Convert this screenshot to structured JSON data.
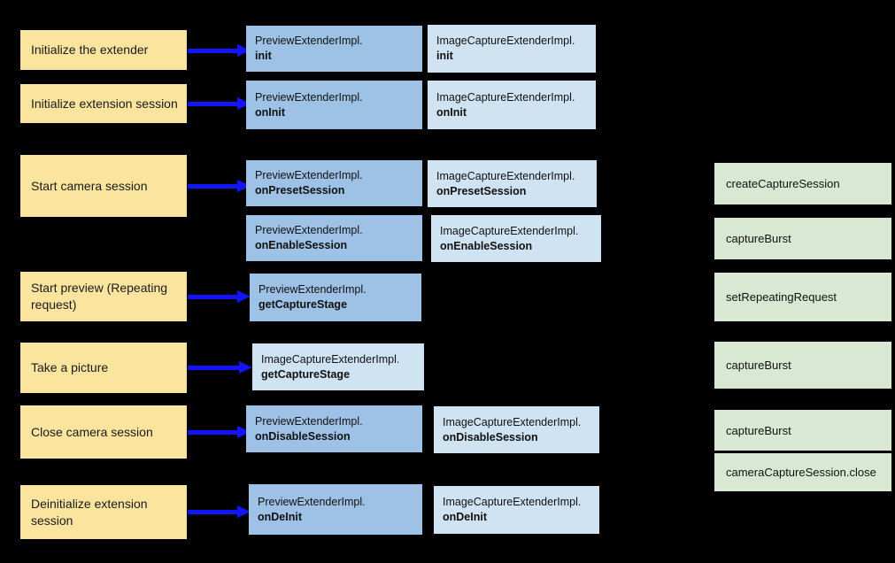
{
  "colors": {
    "background": "#000000",
    "action_fill": "#fbe49e",
    "preview_fill": "#9dc2e6",
    "image_capture_fill": "#d0e3f3",
    "camera2_fill": "#d9e8d2",
    "arrow_color": "#1414fa",
    "text": "#000000"
  },
  "actions": [
    {
      "label": "Initialize the extender"
    },
    {
      "label": "Initialize extension session"
    },
    {
      "label": "Start camera session"
    },
    {
      "label": "Start preview (Repeating request)"
    },
    {
      "label": "Take a picture"
    },
    {
      "label": "Close camera session"
    },
    {
      "label": "Deinitialize extension session"
    }
  ],
  "method_boxes": [
    {
      "impl": "PreviewExtenderImpl.",
      "method": "init",
      "type": "preview"
    },
    {
      "impl": "ImageCaptureExtenderImpl.",
      "method": "init",
      "type": "image_capture"
    },
    {
      "impl": "PreviewExtenderImpl.",
      "method": "onInit",
      "type": "preview"
    },
    {
      "impl": "ImageCaptureExtenderImpl.",
      "method": "onInit",
      "type": "image_capture"
    },
    {
      "impl": "PreviewExtenderImpl.",
      "method": "onPresetSession",
      "type": "preview"
    },
    {
      "impl": "ImageCaptureExtenderImpl.",
      "method": "onPresetSession",
      "type": "image_capture"
    },
    {
      "impl": "PreviewExtenderImpl.",
      "method": "onEnableSession",
      "type": "preview"
    },
    {
      "impl": "ImageCaptureExtenderImpl.",
      "method": "onEnableSession",
      "type": "image_capture"
    },
    {
      "impl": "PreviewExtenderImpl.",
      "method": "getCaptureStage",
      "type": "preview"
    },
    {
      "impl": "ImageCaptureExtenderImpl.",
      "method": "getCaptureStage",
      "type": "image_capture"
    },
    {
      "impl": "PreviewExtenderImpl.",
      "method": "onDisableSession",
      "type": "preview"
    },
    {
      "impl": "ImageCaptureExtenderImpl.",
      "method": "onDisableSession",
      "type": "image_capture"
    },
    {
      "impl": "PreviewExtenderImpl.",
      "method": "onDeInit",
      "type": "preview"
    },
    {
      "impl": "ImageCaptureExtenderImpl.",
      "method": "onDeInit",
      "type": "image_capture"
    }
  ],
  "camera2_calls": [
    {
      "label": "createCaptureSession"
    },
    {
      "label": "captureBurst"
    },
    {
      "label": "setRepeatingRequest"
    },
    {
      "label": "captureBurst"
    },
    {
      "label": "captureBurst"
    },
    {
      "label": "cameraCaptureSession.close"
    }
  ]
}
